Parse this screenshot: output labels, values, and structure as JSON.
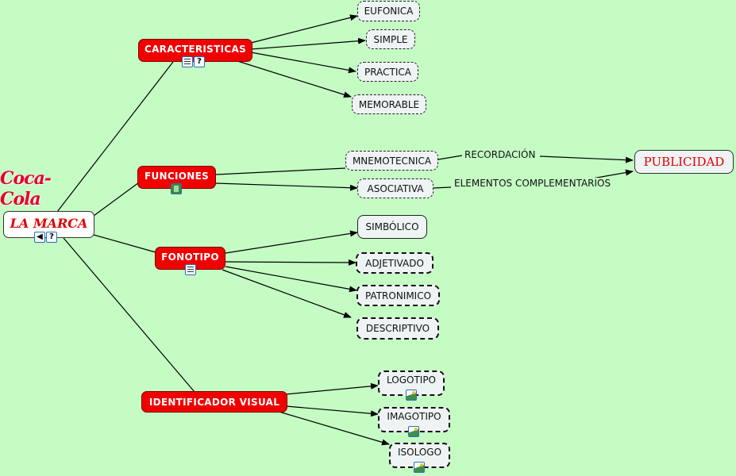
{
  "map": {
    "root": {
      "label": "LA MARCA",
      "icons": [
        "audio-icon",
        "help-icon"
      ]
    },
    "logo_image": {
      "text": "Coca-Cola"
    },
    "branches": [
      {
        "id": "caracteristicas",
        "label": "CARACTERISTICAS",
        "icons": [
          "document-icon",
          "help-icon"
        ],
        "children": [
          "EUFONICA",
          "SIMPLE",
          "PRACTICA",
          "MEMORABLE"
        ]
      },
      {
        "id": "funciones",
        "label": "FUNCIONES",
        "icons": [
          "video-icon"
        ],
        "children": [
          "MNEMOTECNICA",
          "ASOCIATIVA"
        ]
      },
      {
        "id": "fonotipo",
        "label": "FONOTIPO",
        "icons": [
          "document-icon"
        ],
        "children": [
          "SIMBÓLICO",
          "ADJETIVADO",
          "PATRONIMICO",
          "DESCRIPTIVO"
        ]
      },
      {
        "id": "identificador",
        "label": "IDENTIFICADOR VISUAL",
        "icons": [],
        "children": [
          "LOGOTIPO",
          "IMAGOTIPO",
          "ISOLOGO"
        ]
      }
    ],
    "target": {
      "label": "PUBLICIDAD"
    },
    "link_labels": {
      "recordacion": "RECORDACIÓN",
      "elementos": "ELEMENTOS COMPLEMENTARIOS"
    },
    "colors": {
      "background": "#c4fcc4",
      "branch_fill": "#f00000",
      "root_text": "#e00000",
      "leaf_fill": "#eef3f4"
    }
  }
}
